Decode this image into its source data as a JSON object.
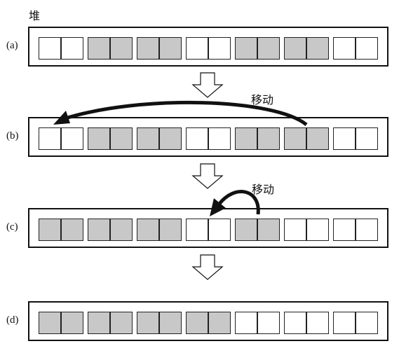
{
  "heap_label": "堆",
  "move_label": "移动",
  "rows": [
    {
      "id": "a",
      "label": "(a)",
      "cells": [
        0,
        0,
        1,
        1,
        1,
        1,
        0,
        0,
        1,
        1,
        1,
        1,
        0,
        0
      ]
    },
    {
      "id": "b",
      "label": "(b)",
      "cells": [
        0,
        0,
        1,
        1,
        1,
        1,
        0,
        0,
        1,
        1,
        1,
        1,
        0,
        0
      ]
    },
    {
      "id": "c",
      "label": "(c)",
      "cells": [
        1,
        1,
        1,
        1,
        1,
        1,
        0,
        0,
        1,
        1,
        0,
        0,
        0,
        0
      ]
    },
    {
      "id": "d",
      "label": "(d)",
      "cells": [
        1,
        1,
        1,
        1,
        1,
        1,
        1,
        1,
        0,
        0,
        0,
        0,
        0,
        0
      ]
    }
  ],
  "colors": {
    "used": "#c8c8c8",
    "free": "#ffffff",
    "stroke": "#111111"
  }
}
